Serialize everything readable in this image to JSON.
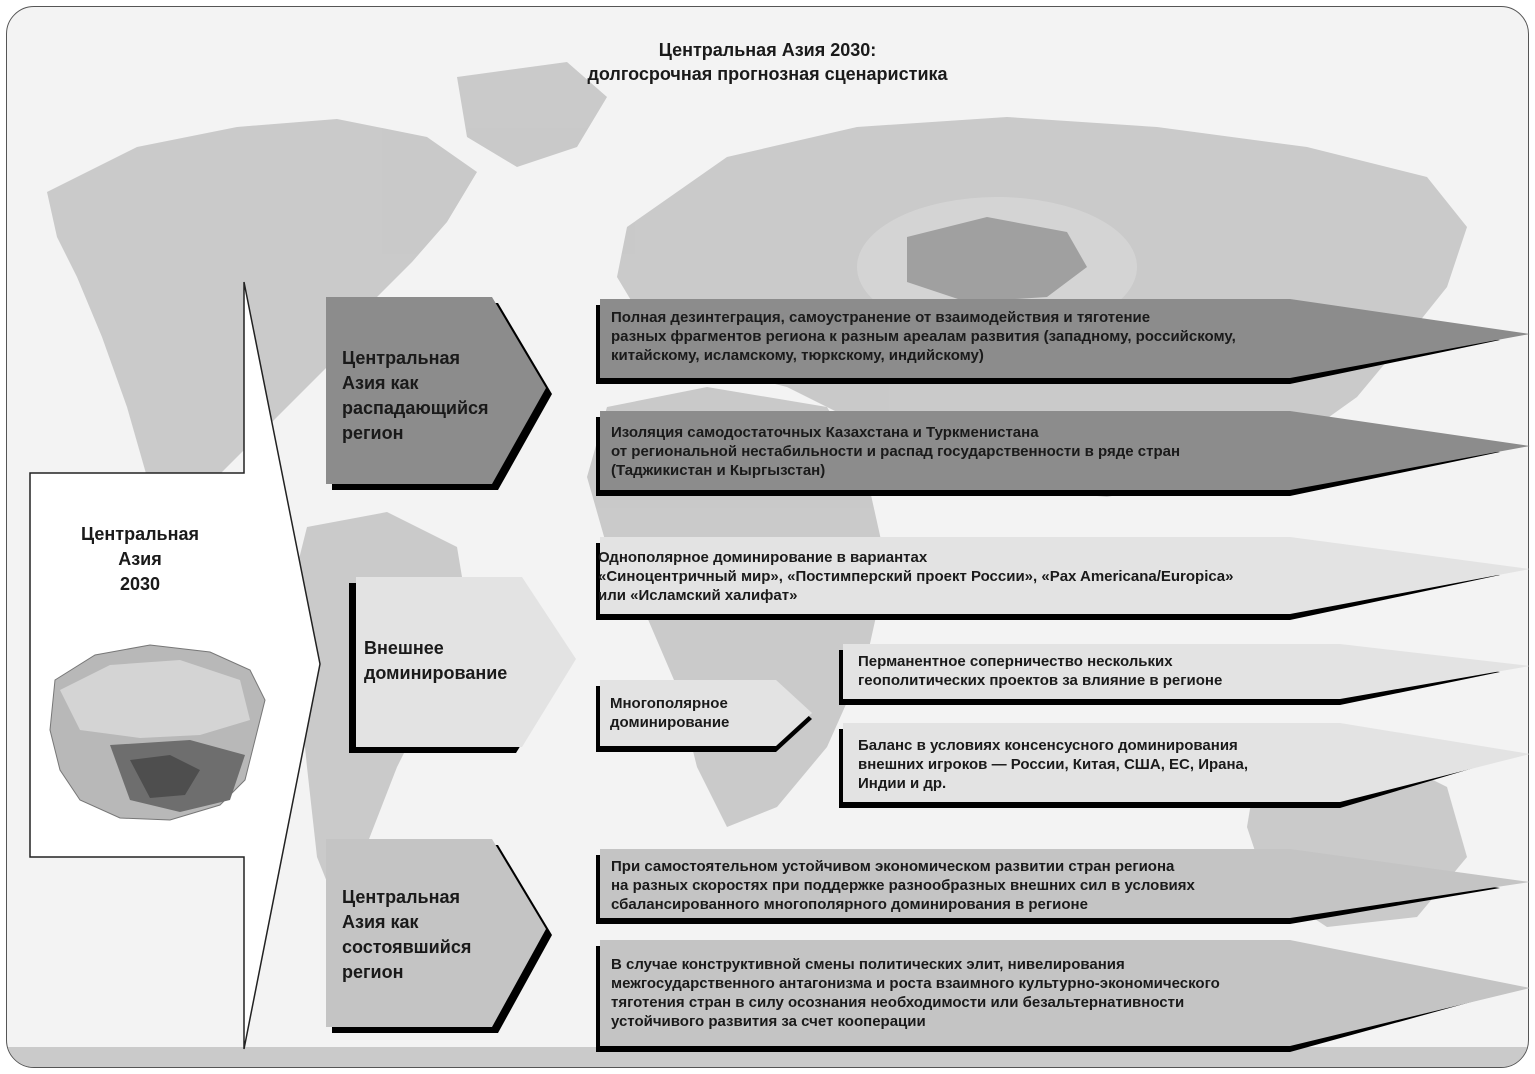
{
  "title": "Центральная Азия 2030:\nдолгосрочная прогнозная сценаристика",
  "root": {
    "label": "Центральная\nАзия\n2030",
    "map_icon": "central-asia-map"
  },
  "scenarios": [
    {
      "label": "Центральная\nАзия как\nраспадающийся\nрегион",
      "fill": "#8c8c8c",
      "outcomes": [
        "Полная дезинтеграция, самоустранение от взаимодействия и тяготение\nразных фрагментов региона к разным ареалам развития (западному, российскому,\nкитайскому, исламскому, тюркскому, индийскому)",
        "Изоляция самодостаточных Казахстана и Туркменистана\nот региональной нестабильности и распад государственности в ряде стран\n(Таджикистан и Кыргызстан)"
      ]
    },
    {
      "label": "Внешнее\nдоминирование",
      "fill": "#e3e3e3",
      "outcomes": [
        "Однополярное доминирование в вариантах\n«Синоцентричный мир», «Постимперский проект России», «Pax Americana/Europica»\nили «Исламский халифат»"
      ],
      "sub": {
        "label": "Многополярное\nдоминирование",
        "outcomes": [
          "Перманентное соперничество нескольких\nгеополитических проектов за влияние в регионе",
          "Баланс в условиях консенсусного доминирования\nвнешних игроков — России, Китая, США, ЕС, Ирана,\nИндии и др."
        ]
      }
    },
    {
      "label": "Центральная\nАзия как\nсостоявшийся\nрегион",
      "fill": "#c4c4c4",
      "outcomes": [
        "При самостоятельном устойчивом экономическом развитии стран региона\nна разных скоростях при поддержке разнообразных внешних сил в условиях\nсбалансированного многополярного доминирования в регионе",
        "В случае конструктивной смены политических элит, нивелирования\nмежгосударственного антагонизма и роста взаимного культурно-экономического\nтяготения стран в силу осознания необходимости или безальтернативности\nустойчивого развития за счет кооперации"
      ]
    }
  ],
  "colors": {
    "dark": "#8c8c8c",
    "light": "#e3e3e3",
    "mid": "#c4c4c4",
    "shadow": "#000000",
    "map": "#bdbdbd"
  }
}
